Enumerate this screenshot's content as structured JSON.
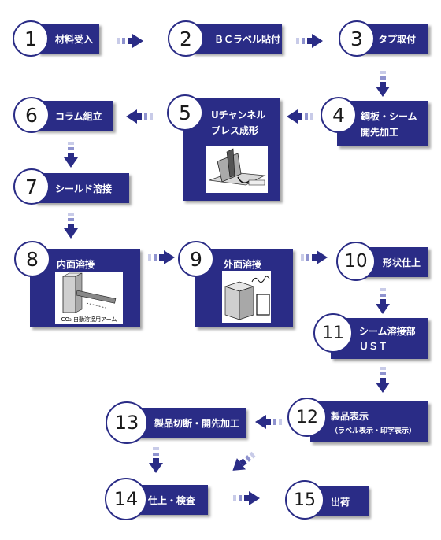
{
  "steps": [
    {
      "num": "1",
      "label": "材料受入"
    },
    {
      "num": "2",
      "label": "ＢＣラベル貼付"
    },
    {
      "num": "3",
      "label": "タプ取付"
    },
    {
      "num": "4",
      "label_line1": "鋼板・シーム",
      "label_line2": "開先加工"
    },
    {
      "num": "5",
      "label_line1": "Uチャンネル",
      "label_line2": "プレス成形"
    },
    {
      "num": "6",
      "label": "コラム組立"
    },
    {
      "num": "7",
      "label": "シールド溶接"
    },
    {
      "num": "8",
      "label": "内面溶接",
      "caption": "CO₂ 自動溶接用アーム"
    },
    {
      "num": "9",
      "label": "外面溶接"
    },
    {
      "num": "10",
      "label": "形状仕上"
    },
    {
      "num": "11",
      "label_line1": "シーム溶接部",
      "label_line2": "ＵＳＴ"
    },
    {
      "num": "12",
      "label": "製品表示",
      "sub": "（ラベル表示・印字表示）"
    },
    {
      "num": "13",
      "label": "製品切断・開先加工"
    },
    {
      "num": "14",
      "label": "仕上・検査"
    },
    {
      "num": "15",
      "label": "出荷"
    }
  ],
  "colors": {
    "box": "#2a2c86",
    "arrow": "#2a2c86",
    "arrow_fade": "#b9bde0"
  }
}
